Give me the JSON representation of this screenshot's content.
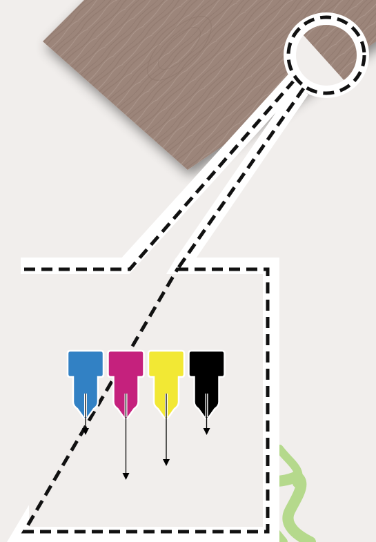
{
  "scene": {
    "background_color": "#f1eeec",
    "wood_color": "#9c857a",
    "outline_color": "#111111",
    "callout_fill": "#ffffff",
    "vine_color": "#b5d98c"
  },
  "print_heads": [
    {
      "name": "cyan",
      "color": "#3281c4",
      "drop": "short"
    },
    {
      "name": "magenta",
      "color": "#c5217d",
      "drop": "long"
    },
    {
      "name": "yellow",
      "color": "#f2e834",
      "drop": "medium"
    },
    {
      "name": "black",
      "color": "#000000",
      "drop": "short"
    }
  ],
  "icons": [
    "wood-board-icon",
    "magnifier-circle-icon",
    "ink-nozzle-icon",
    "ink-drop-arrow-icon",
    "leaf-vine-icon"
  ]
}
